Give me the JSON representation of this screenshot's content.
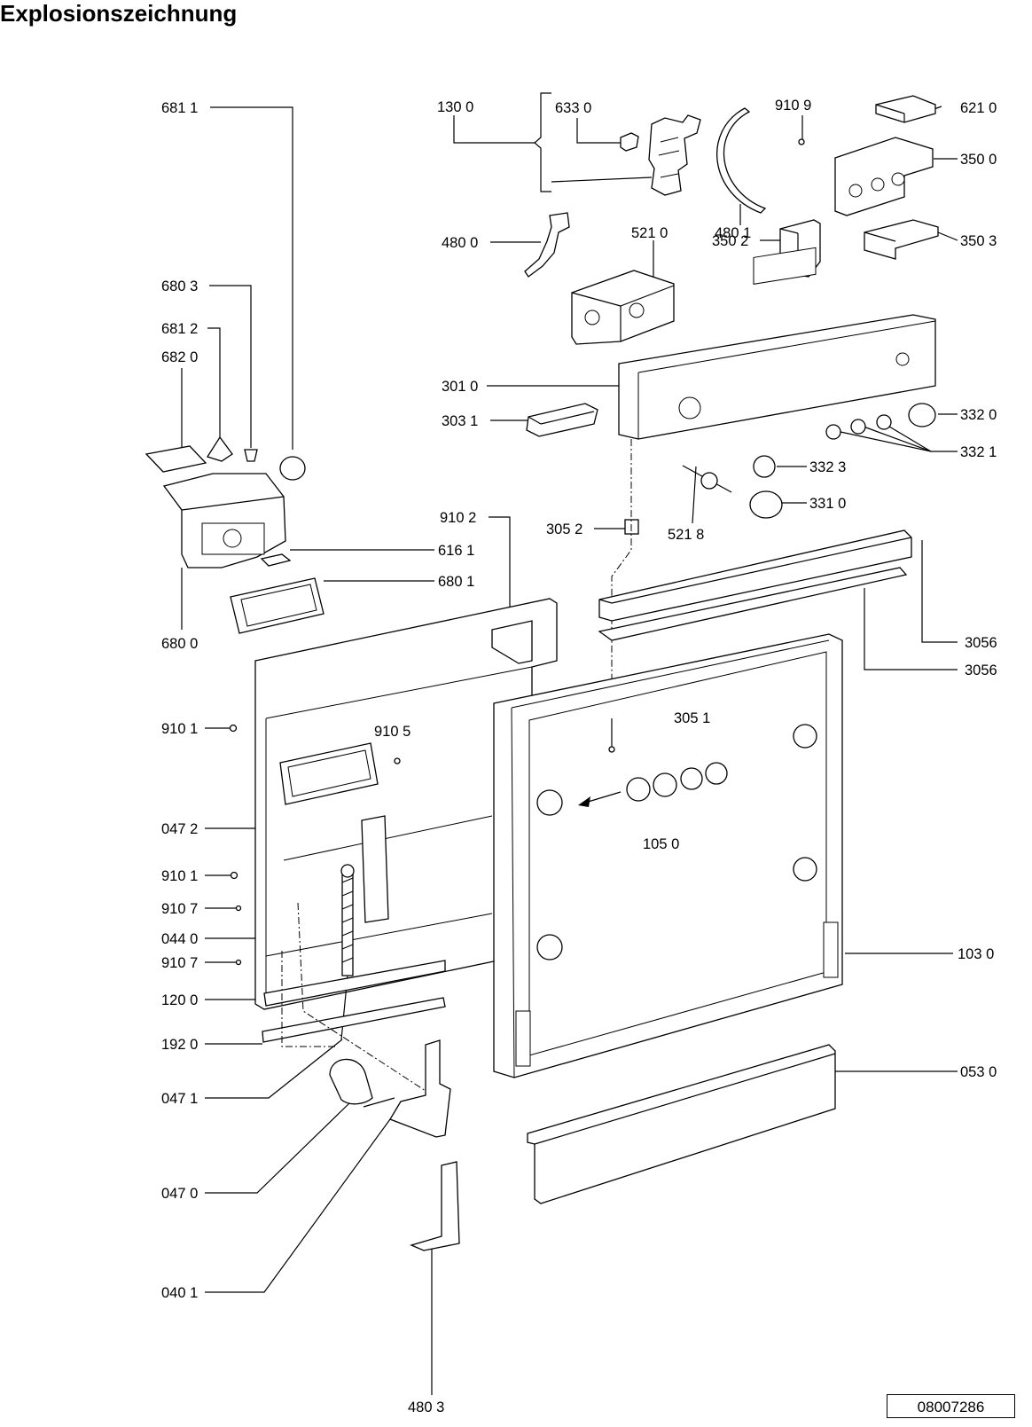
{
  "title": "Explosionszeichnung",
  "doc_number": "08007286",
  "callouts": [
    {
      "id": "c6811",
      "text": "681 1"
    },
    {
      "id": "c1300",
      "text": "130 0"
    },
    {
      "id": "c6330",
      "text": "633 0"
    },
    {
      "id": "c9109",
      "text": "910 9"
    },
    {
      "id": "c6210",
      "text": "621 0"
    },
    {
      "id": "c3500",
      "text": "350 0"
    },
    {
      "id": "c4800",
      "text": "480 0"
    },
    {
      "id": "c5210",
      "text": "521 0"
    },
    {
      "id": "c4801",
      "text": "480 1"
    },
    {
      "id": "c3502",
      "text": "350 2"
    },
    {
      "id": "c3503",
      "text": "350 3"
    },
    {
      "id": "c6803",
      "text": "680 3"
    },
    {
      "id": "c6812",
      "text": "681 2"
    },
    {
      "id": "c6820",
      "text": "682 0"
    },
    {
      "id": "c3010",
      "text": "301 0"
    },
    {
      "id": "c3031",
      "text": "303 1"
    },
    {
      "id": "c3320",
      "text": "332 0"
    },
    {
      "id": "c3321",
      "text": "332 1"
    },
    {
      "id": "c3323",
      "text": "332 3"
    },
    {
      "id": "c9102",
      "text": "910 2"
    },
    {
      "id": "c3052",
      "text": "305 2"
    },
    {
      "id": "c5218",
      "text": "521 8"
    },
    {
      "id": "c3310",
      "text": "331 0"
    },
    {
      "id": "c6161",
      "text": "616 1"
    },
    {
      "id": "c6801",
      "text": "680 1"
    },
    {
      "id": "c6800",
      "text": "680 0"
    },
    {
      "id": "c3056a",
      "text": "3056"
    },
    {
      "id": "c3056b",
      "text": "3056"
    },
    {
      "id": "c9101a",
      "text": "910 1"
    },
    {
      "id": "c9105",
      "text": "910 5"
    },
    {
      "id": "c3051",
      "text": "305 1"
    },
    {
      "id": "c0472",
      "text": "047 2"
    },
    {
      "id": "c1050",
      "text": "105 0"
    },
    {
      "id": "c9101b",
      "text": "910 1"
    },
    {
      "id": "c9107a",
      "text": "910 7"
    },
    {
      "id": "c0440",
      "text": "044 0"
    },
    {
      "id": "c9107b",
      "text": "910 7"
    },
    {
      "id": "c1030",
      "text": "103 0"
    },
    {
      "id": "c1200",
      "text": "120 0"
    },
    {
      "id": "c1920",
      "text": "192 0"
    },
    {
      "id": "c0471",
      "text": "047 1"
    },
    {
      "id": "c0530",
      "text": "053 0"
    },
    {
      "id": "c0470",
      "text": "047 0"
    },
    {
      "id": "c0401",
      "text": "040 1"
    },
    {
      "id": "c4803",
      "text": "480 3"
    }
  ]
}
